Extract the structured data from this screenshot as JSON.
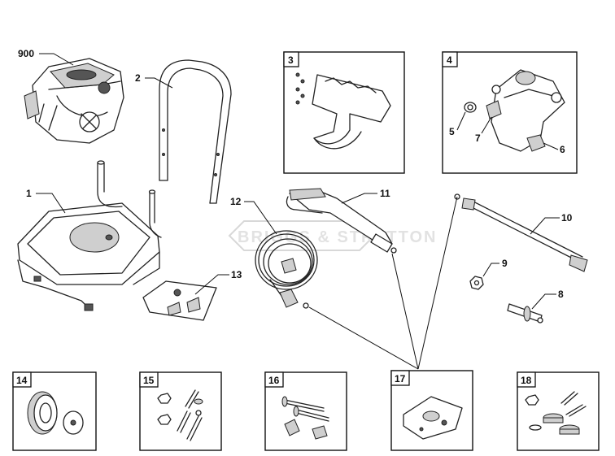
{
  "labels": {
    "l900": "900",
    "l1": "1",
    "l2": "2",
    "l3": "3",
    "l4": "4",
    "l5": "5",
    "l6": "6",
    "l7": "7",
    "l8": "8",
    "l9": "9",
    "l10": "10",
    "l11": "11",
    "l12": "12",
    "l13": "13",
    "l14": "14",
    "l15": "15",
    "l16": "16",
    "l17": "17",
    "l18": "18"
  },
  "watermark": "BRIGGS & STRATTON"
}
